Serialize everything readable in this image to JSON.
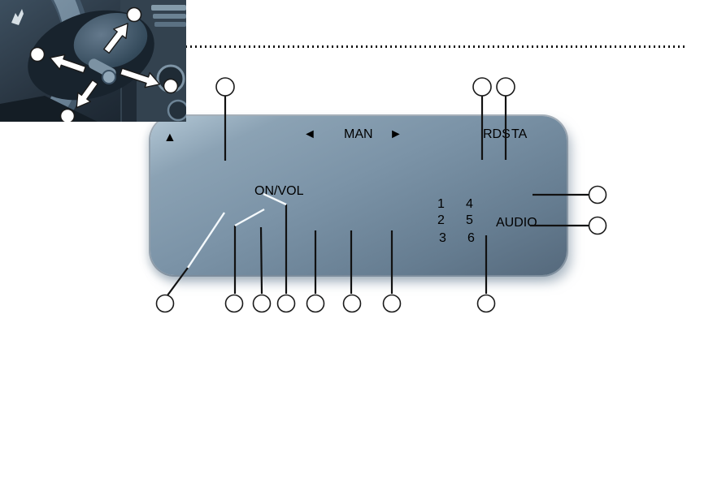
{
  "page": {
    "background": "#ffffff"
  },
  "divider": {
    "style": "dotted-line",
    "color": "#161616"
  },
  "radio": {
    "labels": {
      "on_vol": "ON/VOL",
      "seek_left": "◄",
      "man": "MAN",
      "seek_right": "►",
      "rds": "RDS",
      "ta": "TA",
      "audio": "AUDIO",
      "rocker_up": "▲",
      "rocker_down": "▼"
    },
    "presets": [
      "1",
      "2",
      "3",
      "4",
      "5",
      "6"
    ],
    "display_text": "",
    "colors": {
      "body": "#7b93a7",
      "body_highlight": "#b3c7d5",
      "body_shadow": "#55697c",
      "slot": "#14222f",
      "display": "#e9f3f8",
      "button_face": "#9db3c3",
      "button_border": "#3d5569",
      "audio_knob": "#1c2e3e",
      "label_text": "#1f3140"
    }
  },
  "callouts": {
    "shape": "empty-circle",
    "stroke": "#1a1a1a",
    "fill": "#ffffff",
    "count_radio": 13,
    "count_steering": 4
  },
  "steering_photo": {
    "description_colors": {
      "background": "#27333f",
      "rim": "#8ca3b5",
      "dash": "#33424f",
      "arrow_fill": "#ffffff"
    }
  }
}
